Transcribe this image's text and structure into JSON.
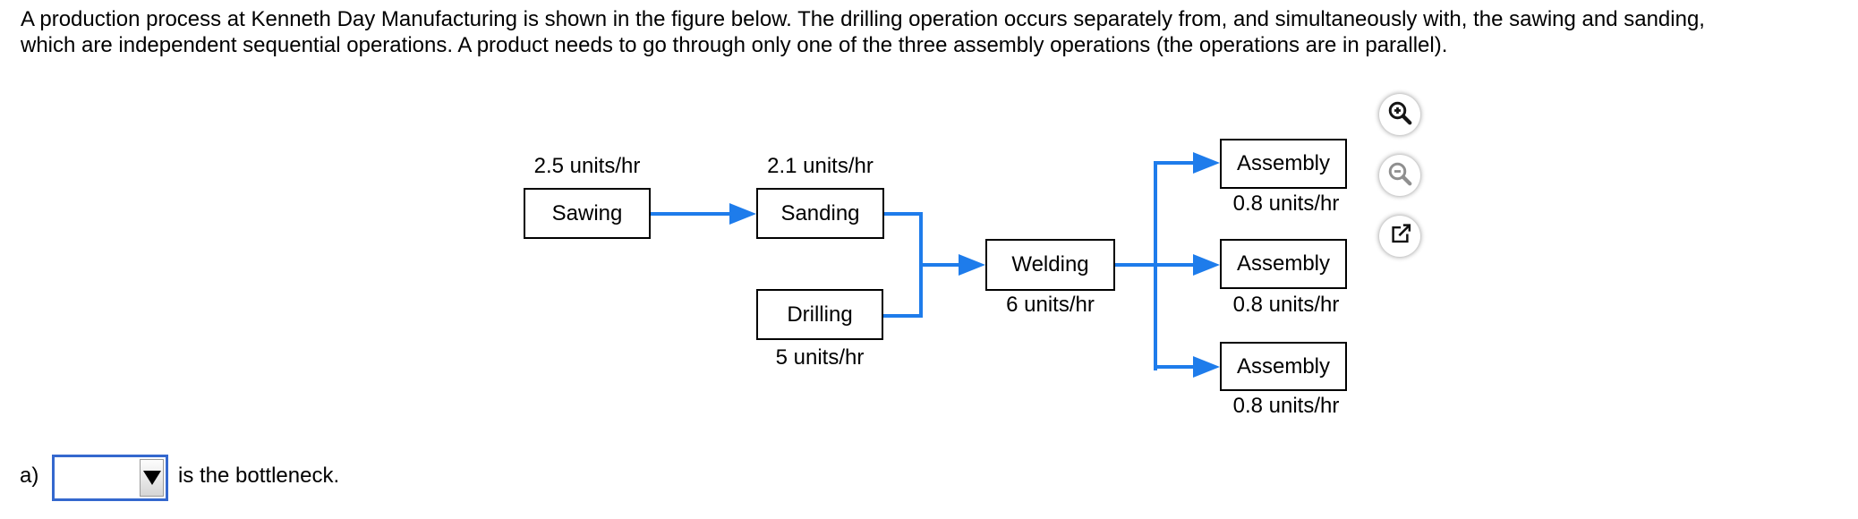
{
  "theme": {
    "connector_color": "#1e7ceb",
    "box_border_color": "#000000",
    "dropdown_border_color": "#3468ce",
    "background_color": "#ffffff"
  },
  "header": {
    "lines": [
      "A production process at Kenneth Day Manufacturing is shown in the figure below. The drilling operation occurs separately from, and simultaneously with, the sawing and sanding,",
      "which are independent sequential operations. A product needs to go through only one of the three assembly operations (the operations are in parallel)."
    ]
  },
  "diagram": {
    "type": "flowchart",
    "nodes": [
      {
        "id": "sawing",
        "label": "Sawing",
        "rate": "2.5 units/hr",
        "rate_position": "above"
      },
      {
        "id": "sanding",
        "label": "Sanding",
        "rate": "2.1 units/hr",
        "rate_position": "above"
      },
      {
        "id": "drilling",
        "label": "Drilling",
        "rate": "5 units/hr",
        "rate_position": "below"
      },
      {
        "id": "welding",
        "label": "Welding",
        "rate": "6 units/hr",
        "rate_position": "below"
      },
      {
        "id": "assembly-1",
        "label": "Assembly",
        "rate": "0.8 units/hr",
        "rate_position": "below"
      },
      {
        "id": "assembly-2",
        "label": "Assembly",
        "rate": "0.8 units/hr",
        "rate_position": "below"
      },
      {
        "id": "assembly-3",
        "label": "Assembly",
        "rate": "0.8 units/hr",
        "rate_position": "below"
      }
    ],
    "edges": [
      "sawing -> sanding",
      "sanding -> welding",
      "drilling -> welding",
      "welding -> assembly-1",
      "welding -> assembly-2",
      "welding -> assembly-3"
    ]
  },
  "figure_toolbar": {
    "buttons": [
      {
        "name": "zoom-in",
        "enabled": true
      },
      {
        "name": "zoom-out",
        "enabled": false
      },
      {
        "name": "open-in-new-window",
        "enabled": true
      }
    ]
  },
  "question": {
    "label": "a)",
    "dropdown": {
      "value": ""
    },
    "text_after": "is the bottleneck."
  }
}
